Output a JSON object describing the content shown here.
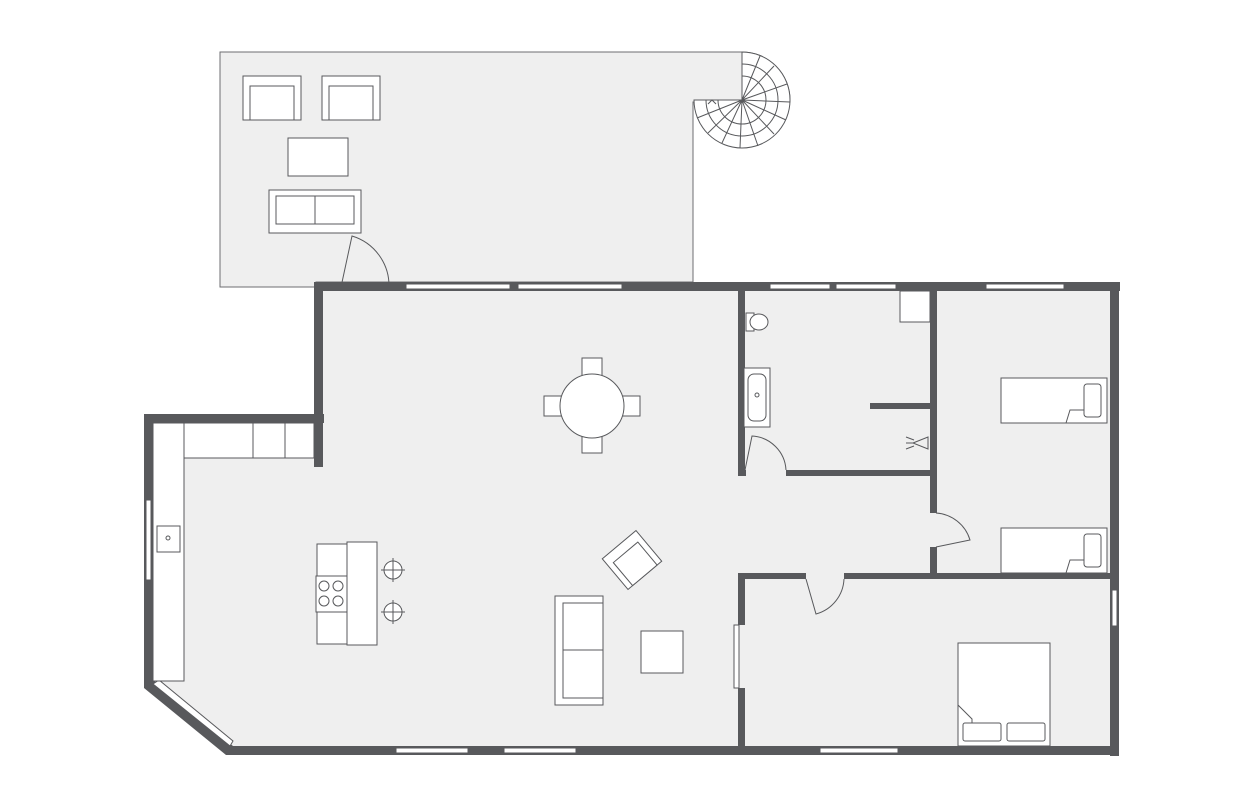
{
  "image": {
    "kind": "floor-plan",
    "background_color": "#ffffff",
    "floor_color": "#efefef",
    "wall_color": "#58595c",
    "line_color": "#58595c"
  },
  "spaces": [
    "terrace",
    "living-dining",
    "kitchen",
    "bathroom",
    "twin-bedroom",
    "master-bedroom"
  ],
  "fixtures": [
    "spiral-staircase",
    "toilet",
    "bathtub",
    "shower",
    "cooktop",
    "kitchen-sink",
    "dining-table",
    "armchair",
    "sofa",
    "twin-bed",
    "double-bed"
  ]
}
